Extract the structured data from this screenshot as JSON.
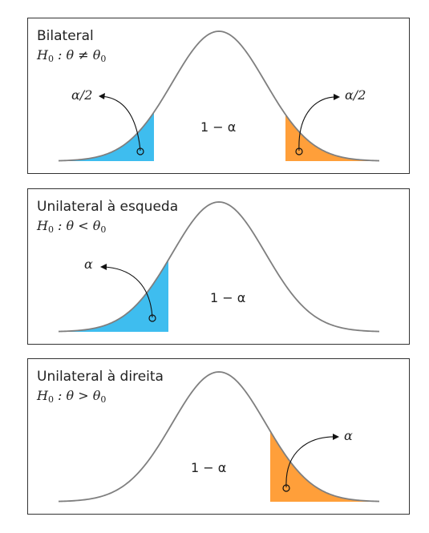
{
  "colors": {
    "left_tail": "#3EBDEF",
    "right_tail": "#FF9F3A",
    "curve": "#7f7f7f",
    "frame": "#333333"
  },
  "panels": [
    {
      "title": "Bilateral",
      "hypothesis": {
        "lhs": "H",
        "lhs_sub": "0",
        "rel": " : θ ≠ θ",
        "rhs_sub": "0"
      },
      "center_label": "1 − α",
      "tail_labels": {
        "left": "α/2",
        "right": "α/2"
      },
      "tails": [
        "left",
        "right"
      ]
    },
    {
      "title": "Unilateral à esqueda",
      "hypothesis": {
        "lhs": "H",
        "lhs_sub": "0",
        "rel": " : θ < θ",
        "rhs_sub": "0"
      },
      "center_label": "1 − α",
      "tail_labels": {
        "left": "α"
      },
      "tails": [
        "left"
      ]
    },
    {
      "title": "Unilateral à direita",
      "hypothesis": {
        "lhs": "H",
        "lhs_sub": "0",
        "rel": " : θ > θ",
        "rhs_sub": "0"
      },
      "center_label": "1 − α",
      "tail_labels": {
        "right": "α"
      },
      "tails": [
        "right"
      ]
    }
  ]
}
